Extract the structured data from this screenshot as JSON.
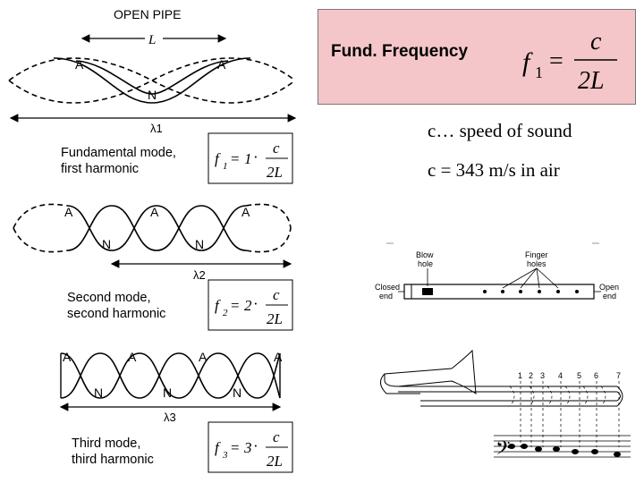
{
  "diagram": {
    "title": "OPEN PIPE",
    "length_label": "L",
    "antinode_label": "A",
    "node_label": "N",
    "wavelengths": [
      "λ1",
      "λ2",
      "λ3"
    ],
    "modes": [
      {
        "line1": "Fundamental mode,",
        "line2": "first harmonic",
        "f_sub": "1",
        "n": "1"
      },
      {
        "line1": "Second mode,",
        "line2": "second harmonic",
        "f_sub": "2",
        "n": "2"
      },
      {
        "line1": "Third mode,",
        "line2": "third harmonic",
        "f_sub": "3",
        "n": "3"
      }
    ],
    "formula": {
      "f": "f",
      "eq": "=",
      "dot": "·",
      "c": "c",
      "den": "2L"
    }
  },
  "fund": {
    "label": "Fund. Frequency",
    "formula_f": "f",
    "formula_sub": "1",
    "formula_eq": "=",
    "formula_num": "c",
    "formula_den": "2L"
  },
  "info": {
    "line1": "c… speed of sound",
    "line2": "c = 343 m/s in air"
  },
  "flute": {
    "blow_hole": [
      "Blow",
      "hole"
    ],
    "finger_holes": [
      "Finger",
      "holes"
    ],
    "closed_end": [
      "Closed",
      "end"
    ],
    "open_end": [
      "Open",
      "end"
    ]
  },
  "trombone": {
    "positions": [
      "1",
      "2",
      "3",
      "4",
      "5",
      "6",
      "7"
    ]
  }
}
